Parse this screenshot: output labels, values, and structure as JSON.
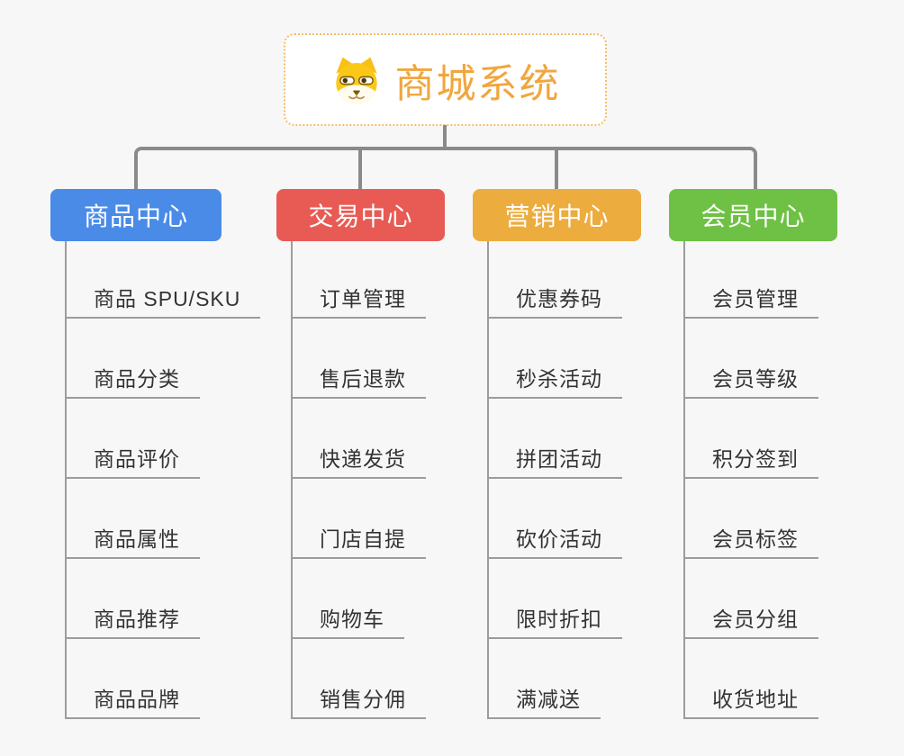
{
  "root": {
    "title": "商城系统",
    "icon": "dog-face-icon",
    "border_color": "#F7BB64",
    "title_color": "#F1A63D"
  },
  "connectors": {
    "tree_line_color": "#8A8A8A",
    "leaf_line_color": "#9C9C9C"
  },
  "branches": [
    {
      "label": "商品中心",
      "color": "#4A8BE8",
      "children": [
        "商品 SPU/SKU",
        "商品分类",
        "商品评价",
        "商品属性",
        "商品推荐",
        "商品品牌"
      ]
    },
    {
      "label": "交易中心",
      "color": "#E85B55",
      "children": [
        "订单管理",
        "售后退款",
        "快递发货",
        "门店自提",
        "购物车",
        "销售分佣"
      ]
    },
    {
      "label": "营销中心",
      "color": "#ECAC3E",
      "children": [
        "优惠券码",
        "秒杀活动",
        "拼团活动",
        "砍价活动",
        "限时折扣",
        "满减送"
      ]
    },
    {
      "label": "会员中心",
      "color": "#6EC144",
      "children": [
        "会员管理",
        "会员等级",
        "积分签到",
        "会员标签",
        "会员分组",
        "收货地址"
      ]
    }
  ]
}
